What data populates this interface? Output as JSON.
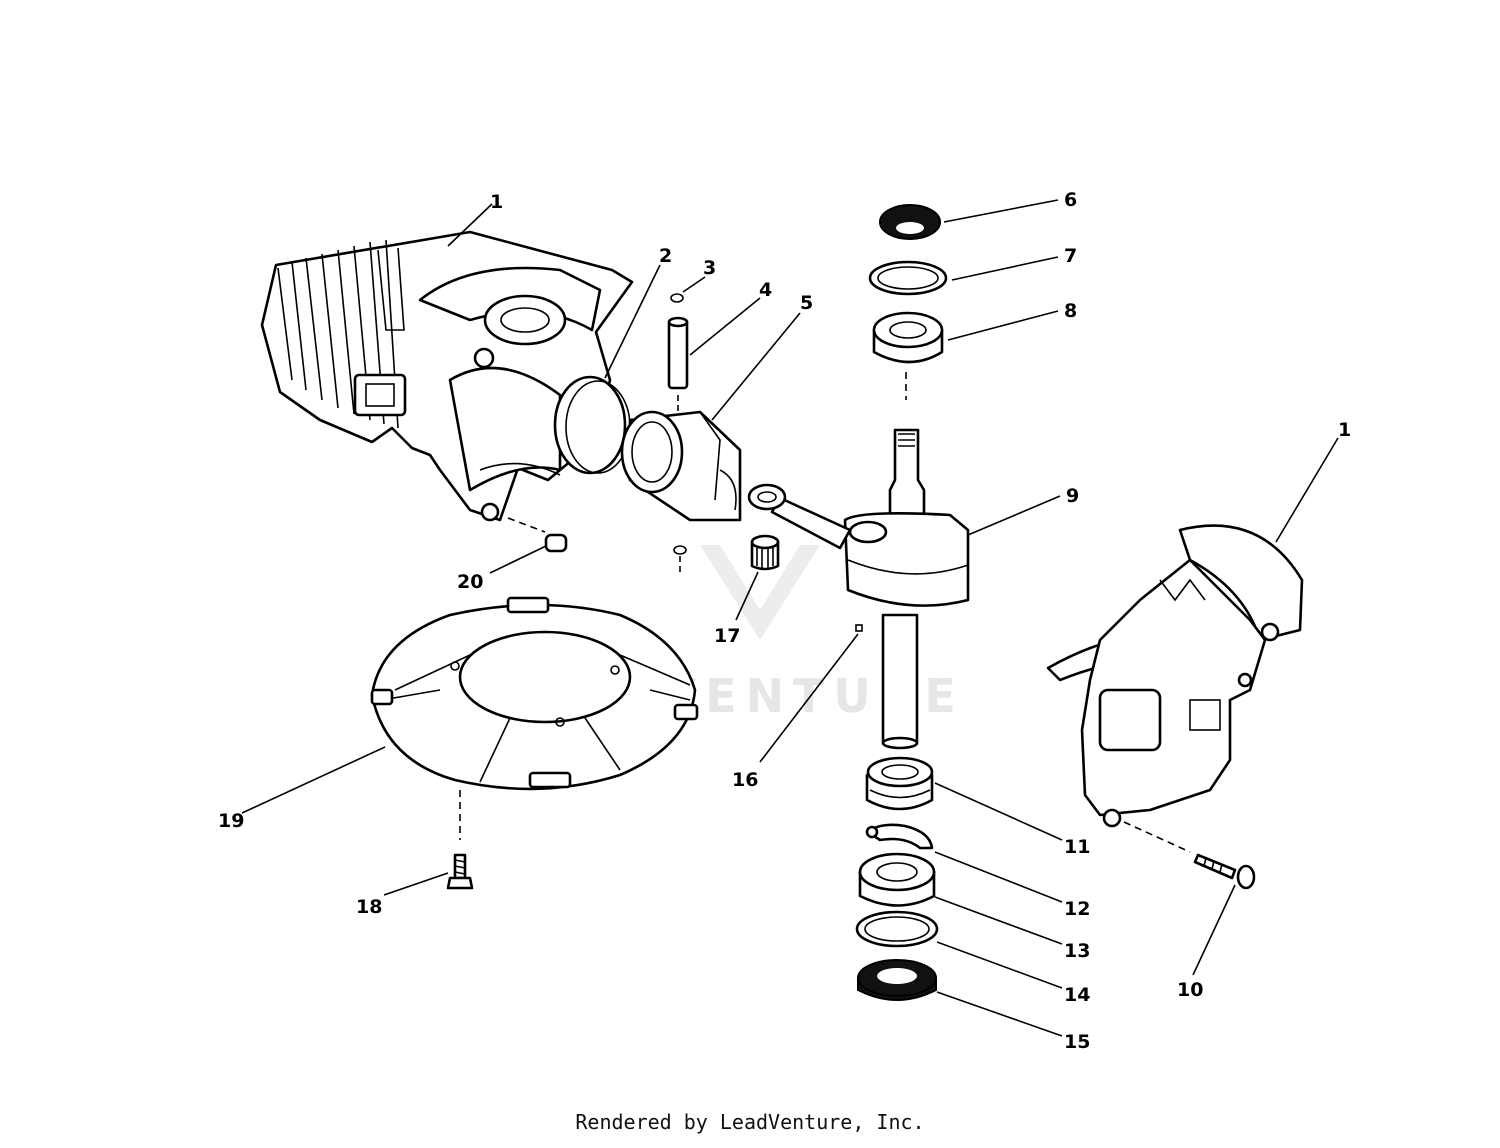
{
  "callouts": [
    "1",
    "2",
    "3",
    "4",
    "5",
    "6",
    "7",
    "8",
    "9",
    "1",
    "11",
    "12",
    "13",
    "14",
    "15",
    "16",
    "17",
    "18",
    "19",
    "20",
    "10"
  ],
  "watermark": {
    "text": "LEADVENTURE"
  },
  "footer": {
    "text": "Rendered by LeadVenture, Inc."
  }
}
